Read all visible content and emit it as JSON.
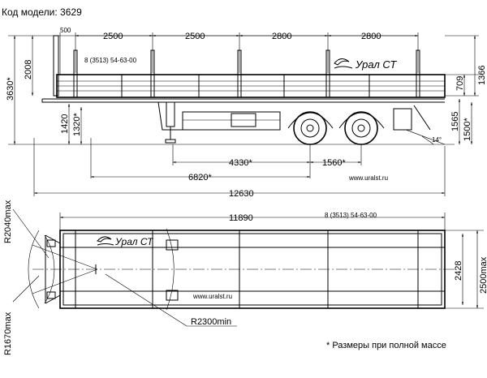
{
  "header": {
    "model_label": "Код модели: 3629"
  },
  "side_view": {
    "top_dims": [
      "500",
      "2500",
      "2500",
      "2800",
      "2800"
    ],
    "left_dims": [
      "3630*",
      "2008",
      "1420",
      "1320*"
    ],
    "right_dims": [
      "1366",
      "709",
      "1565",
      "1500*"
    ],
    "angle": "14°",
    "bottom_dims": [
      "4330*",
      "1560*",
      "6820*",
      "12630"
    ],
    "phone": "8 (3513) 54-63-00",
    "url": "www.uralst.ru",
    "logo_text": "Урал СТ"
  },
  "top_view": {
    "length_dim": "11890",
    "phone": "8 (3513) 54-63-00",
    "url": "www.uralst.ru",
    "logo_text": "Урал СТ",
    "width_inner": "2428",
    "width_outer": "2500max",
    "radii": [
      "R2040max",
      "R1670max",
      "R2300min"
    ]
  },
  "footnote": "* Размеры при полной массе"
}
